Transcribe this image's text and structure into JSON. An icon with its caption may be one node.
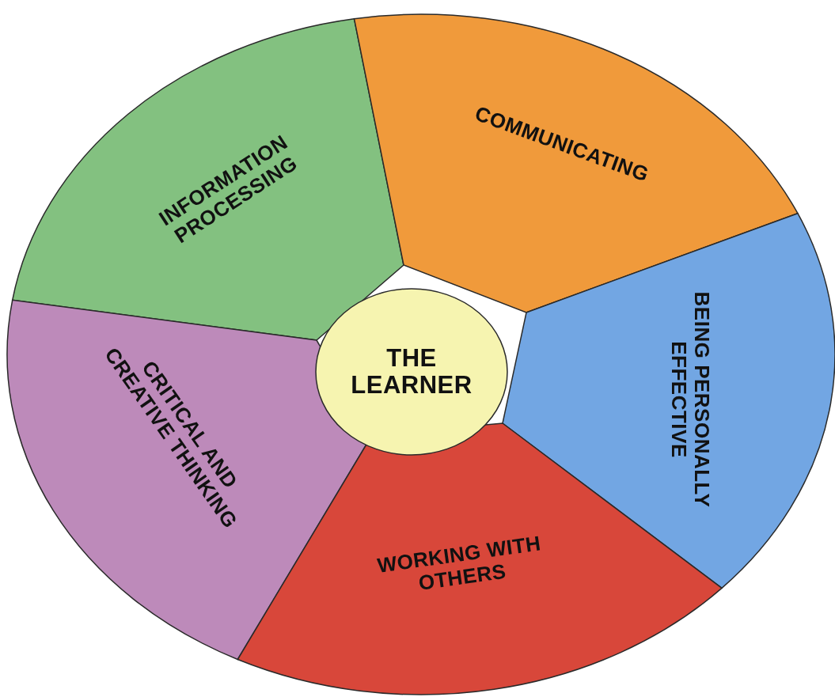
{
  "diagram": {
    "nodes": [
      {
        "text": [
          "INFORMATION PROCESSING"
        ]
      },
      {
        "text": [
          "COMMUNICATING"
        ]
      },
      {
        "text": [
          "THE LEARNER"
        ]
      },
      {
        "text": [
          "CRITICAL AND CREATIVE THINKING"
        ]
      },
      {
        "text": [
          "BEING PERSONALLY EFFECTIVE"
        ]
      },
      {
        "text": [
          "WORKING WITH OTHERS"
        ]
      }
    ]
  }
}
